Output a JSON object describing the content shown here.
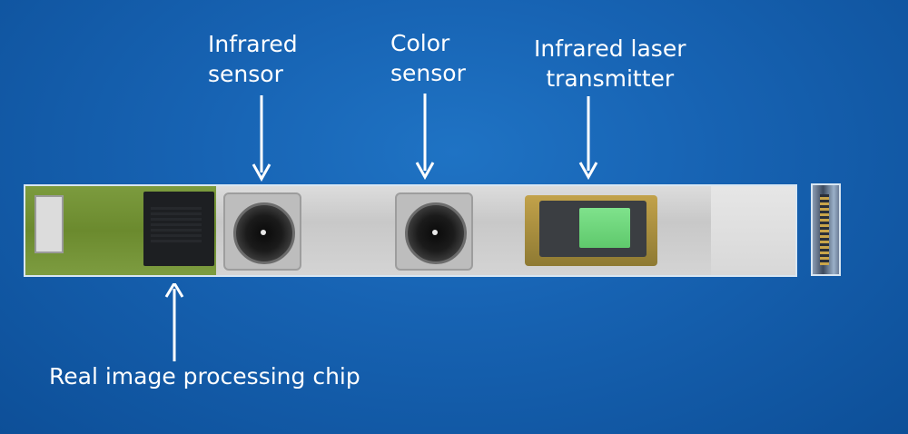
{
  "labels": {
    "infrared_sensor": "Infrared\nsensor",
    "color_sensor": "Color\nsensor",
    "infrared_laser_transmitter": "Infrared laser\ntransmitter",
    "processing_chip": "Real image processing chip"
  },
  "colors": {
    "background": "#1763b3",
    "text": "#ffffff",
    "laser_window": "#6ed87c",
    "pcb": "#6b8a2e"
  }
}
